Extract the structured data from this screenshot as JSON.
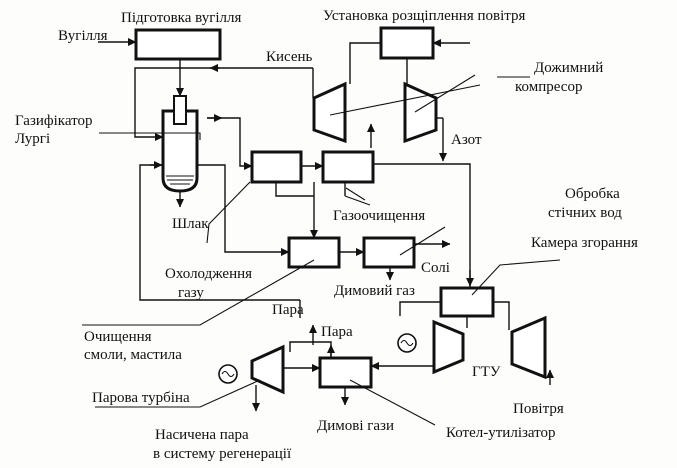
{
  "labels": {
    "coal_prep": "Підготовка вугілля",
    "coal": "Вугілля",
    "air_separation": "Установка розщіплення повітря",
    "oxygen": "Кисень",
    "booster_compressor_1": "Дожимний",
    "booster_compressor_2": "компресор",
    "gasifier_1": "Газифікатор",
    "gasifier_2": "Лургі",
    "nitrogen": "Азот",
    "wastewater_1": "Обробка",
    "wastewater_2": "стічних вод",
    "slag": "Шлак",
    "gas_cleaning": "Газоочищення",
    "combustion_chamber": "Камера згорання",
    "cooling_1": "Охолодження",
    "cooling_2": "газу",
    "salts": "Солі",
    "flue_gas": "Димовий газ",
    "steam_top": "Пара",
    "tar_cleaning_1": "Очищення",
    "tar_cleaning_2": "смоли, мастила",
    "steam": "Пара",
    "steam_turbine": "Парова турбіна",
    "gtu": "ГТУ",
    "saturated_steam_1": "Насичена пара",
    "saturated_steam_2": "в систему регенерації",
    "flue_gases": "Димові гази",
    "air": "Повітря",
    "waste_heat_boiler": "Котел-утилізатор"
  }
}
